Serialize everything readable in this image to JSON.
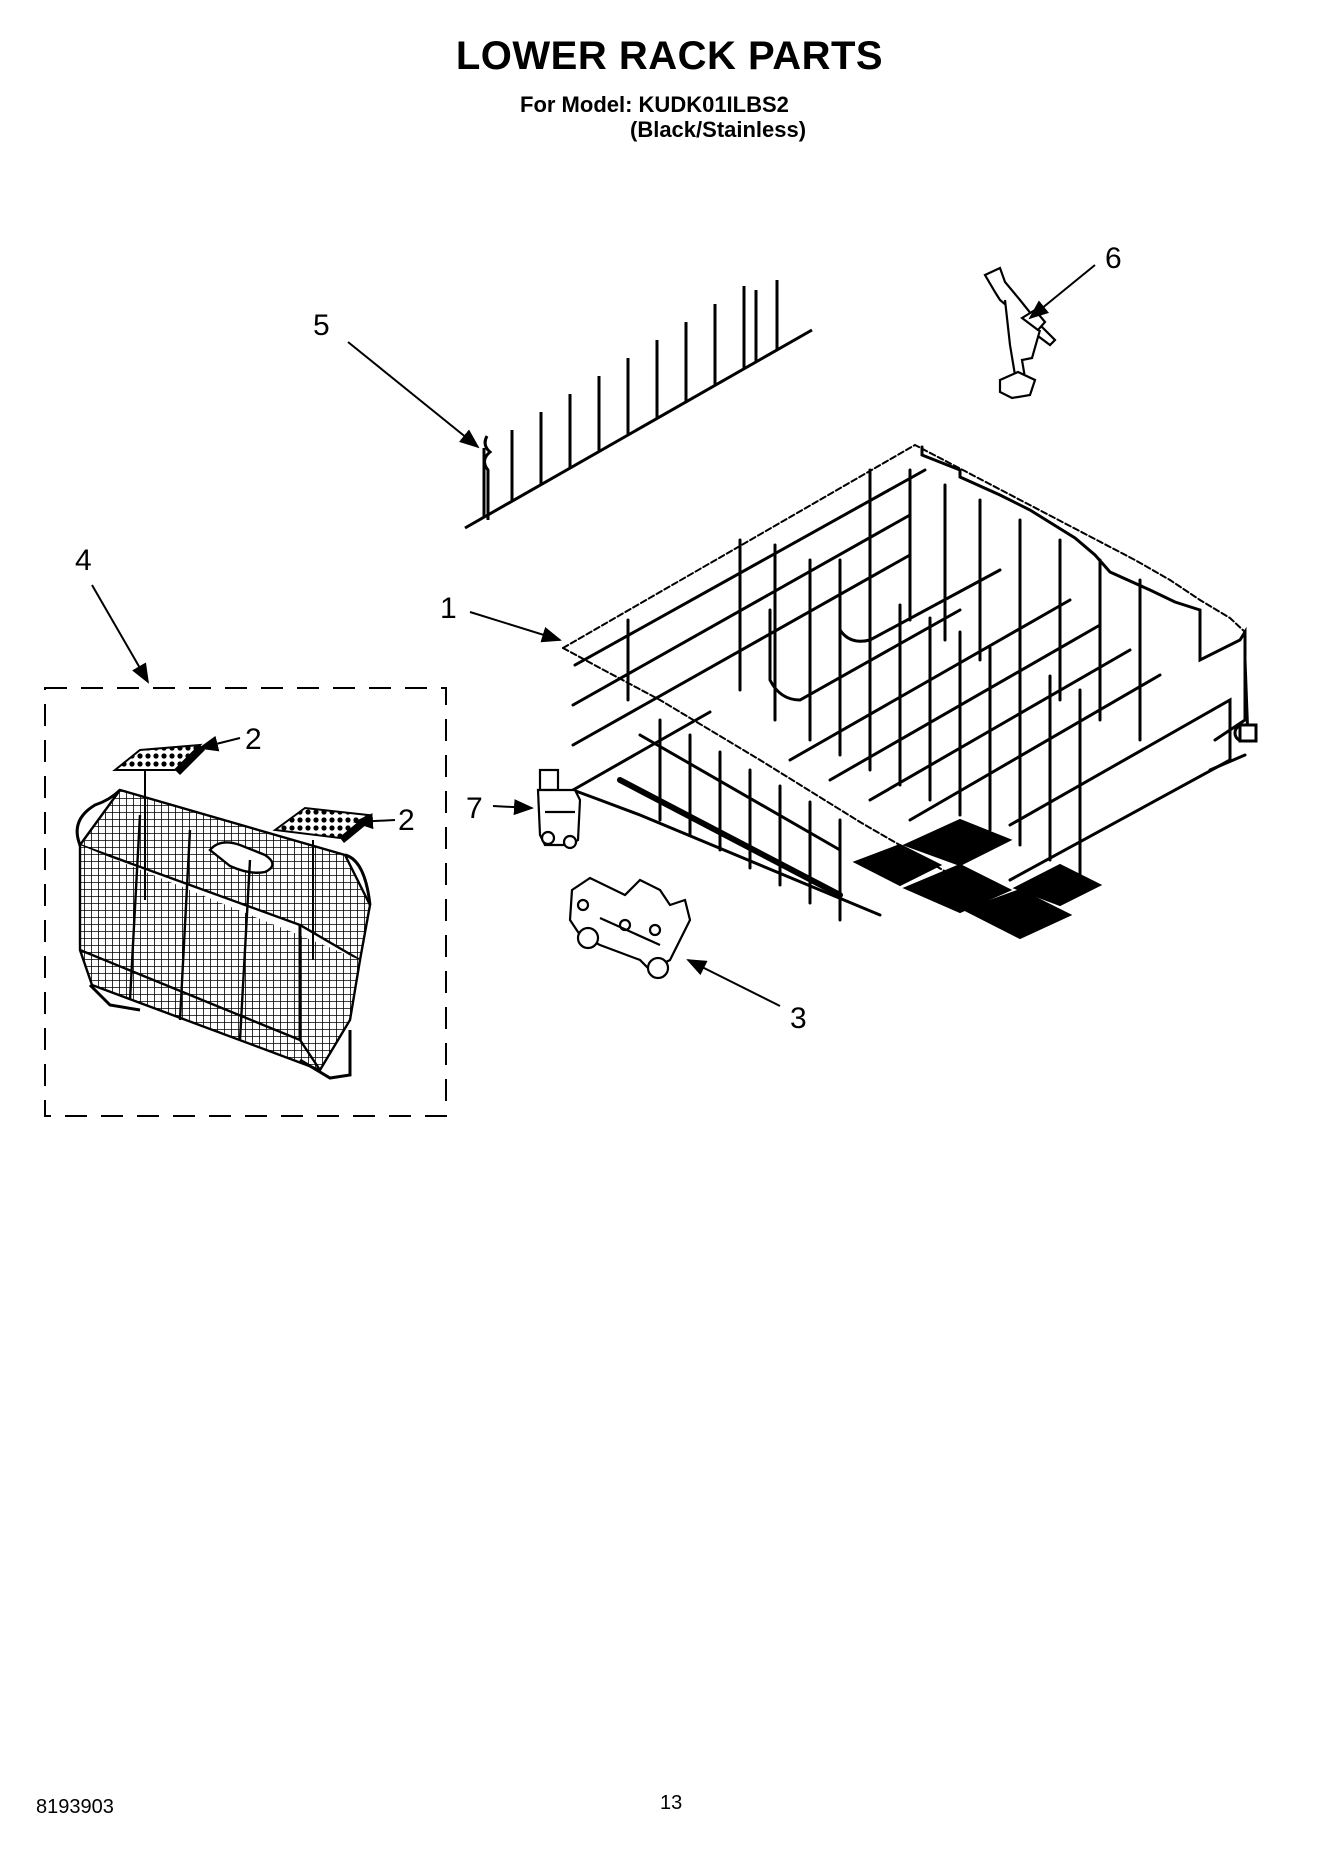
{
  "header": {
    "title": "LOWER RACK PARTS",
    "model_line": "For Model: KUDK01ILBS2",
    "color_line": "(Black/Stainless)"
  },
  "callouts": {
    "c1": "1",
    "c2a": "2",
    "c2b": "2",
    "c3": "3",
    "c4": "4",
    "c5": "5",
    "c6": "6",
    "c7": "7"
  },
  "footer": {
    "code": "8193903",
    "page_number": "13"
  }
}
